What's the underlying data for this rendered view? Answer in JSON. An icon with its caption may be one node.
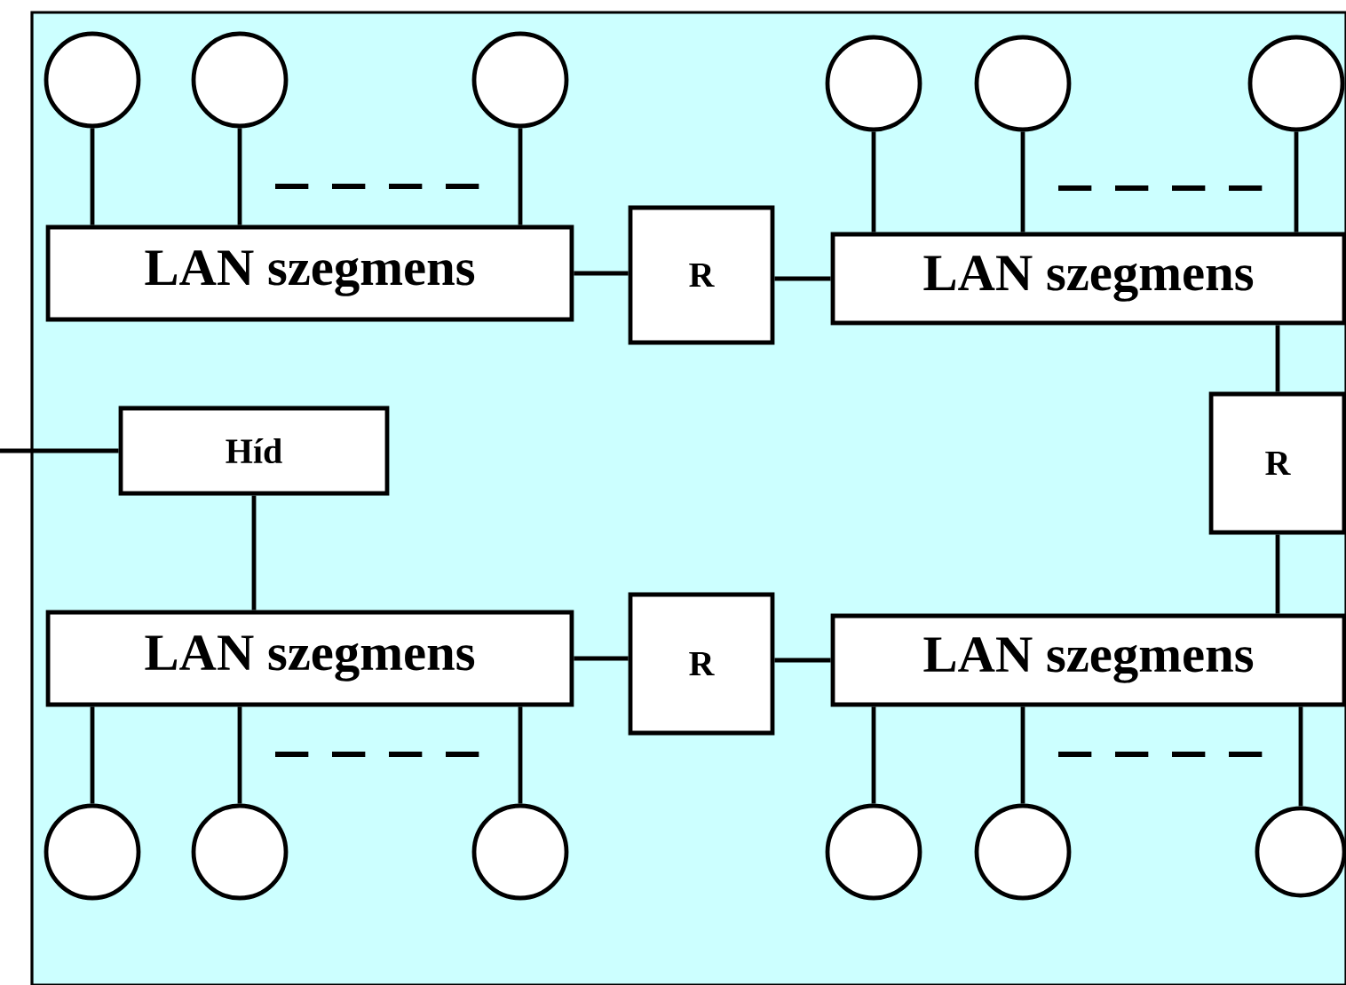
{
  "diagram": {
    "nodes": [
      {
        "text": [],
        "shape": "circle"
      },
      {
        "text": [],
        "shape": "circle"
      },
      {
        "text": [],
        "shape": "circle"
      },
      {
        "text": [],
        "shape": "circle"
      },
      {
        "text": [],
        "shape": "circle"
      },
      {
        "text": [],
        "shape": "circle"
      },
      {
        "text": [
          "LAN szegmens"
        ]
      },
      {
        "text": [
          "R"
        ]
      },
      {
        "text": [
          "LAN szegmens"
        ]
      },
      {
        "text": [
          "Híd"
        ]
      },
      {
        "text": [
          "R"
        ]
      },
      {
        "text": [
          "LAN szegmens"
        ]
      },
      {
        "text": [
          "R"
        ]
      },
      {
        "text": [
          "LAN szegmens"
        ]
      },
      {
        "text": [],
        "shape": "circle"
      },
      {
        "text": [],
        "shape": "circle"
      },
      {
        "text": [],
        "shape": "circle"
      },
      {
        "text": [],
        "shape": "circle"
      },
      {
        "text": [],
        "shape": "circle"
      },
      {
        "text": [],
        "shape": "circle"
      }
    ],
    "edges": [
      {
        "from": 0,
        "to": 6,
        "arrow": "none"
      },
      {
        "from": 1,
        "to": 6,
        "arrow": "none"
      },
      {
        "from": 2,
        "to": 6,
        "arrow": "none"
      },
      {
        "from": 3,
        "to": 8,
        "arrow": "none"
      },
      {
        "from": 4,
        "to": 8,
        "arrow": "none"
      },
      {
        "from": 5,
        "to": 8,
        "arrow": "none"
      },
      {
        "from": 6,
        "to": 7,
        "arrow": "none"
      },
      {
        "from": 7,
        "to": 8,
        "arrow": "none"
      },
      {
        "from": 8,
        "to": 10,
        "arrow": "none"
      },
      {
        "from": 10,
        "to": 13,
        "arrow": "none"
      },
      {
        "from": null,
        "to": 9,
        "arrow": "none"
      },
      {
        "from": 9,
        "to": 11,
        "arrow": "none"
      },
      {
        "from": 11,
        "to": 12,
        "arrow": "none"
      },
      {
        "from": 12,
        "to": 13,
        "arrow": "none"
      },
      {
        "from": 11,
        "to": 14,
        "arrow": "none"
      },
      {
        "from": 11,
        "to": 15,
        "arrow": "none"
      },
      {
        "from": 11,
        "to": 16,
        "arrow": "none"
      },
      {
        "from": 13,
        "to": 17,
        "arrow": "none"
      },
      {
        "from": 13,
        "to": 18,
        "arrow": "none"
      },
      {
        "from": 13,
        "to": 19,
        "arrow": "none"
      }
    ]
  }
}
